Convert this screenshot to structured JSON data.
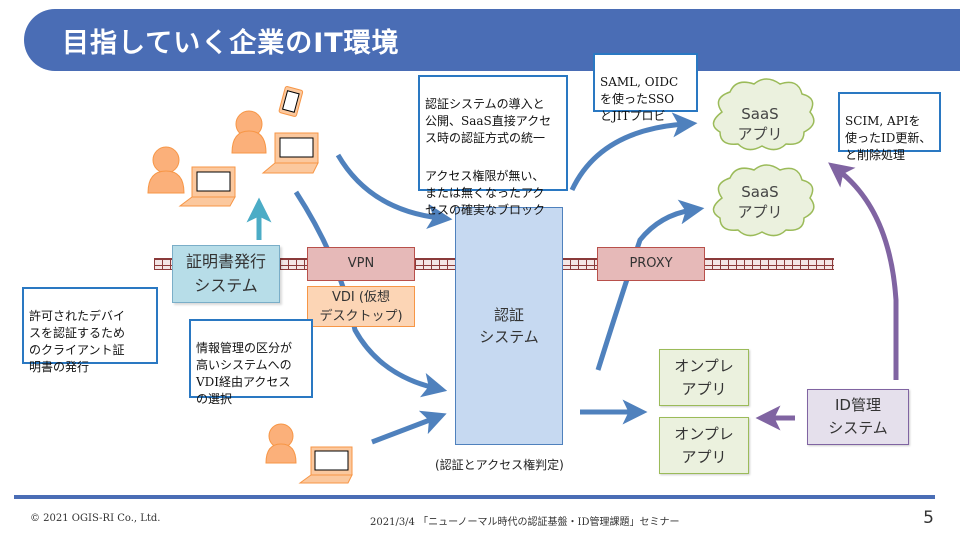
{
  "header": {
    "title": "目指していく企業のIT環境"
  },
  "notes": {
    "auth_intro": "認証システムの導入と\n公開、SaaS直接アクセ\nス時の認証方式の統一",
    "access_block": "アクセス権限が無い、\nまたは無くなったアク\nセスの確実なブロック",
    "sso": "SAML, OIDC\nを使ったSSO\nとJITプロビ",
    "scim": "SCIM, APIを\n使ったID更新、\nと削除処理",
    "client_cert": "許可されたデバイ\nスを認証するため\nのクライアント証\n明書の発行",
    "vdi_select": "情報管理の区分が\n高いシステムへの\nVDI経由アクセス\nの選択"
  },
  "boxes": {
    "cert_system": "証明書発行\nシステム",
    "vpn": "VPN",
    "vdi": "VDI (仮想\nデスクトップ)",
    "auth_system": "認証\nシステム",
    "proxy": "PROXY",
    "onprem_app_1": "オンプレ\nアプリ",
    "onprem_app_2": "オンプレ\nアプリ",
    "id_management": "ID管理\nシステム"
  },
  "clouds": {
    "saas_1": "SaaS\nアプリ",
    "saas_2": "SaaS\nアプリ"
  },
  "captions": {
    "auth_judgement": "(認証とアクセス権判定)"
  },
  "icons": {
    "users": [
      "user-with-laptop",
      "user-with-laptop-and-smartphone",
      "user-with-laptop"
    ]
  },
  "colors": {
    "brand": "#4a6db5",
    "flow_arrow": "#4f81bd",
    "id_arrow": "#8064a2",
    "cert_arrow": "#4bacc6",
    "user": "#fbb07a"
  },
  "footer": {
    "copyright": "© 2021 OGIS-RI Co., Ltd.",
    "event": "2021/3/4 「ニューノーマル時代の認証基盤・ID管理課題」セミナー",
    "page_number": "5"
  }
}
